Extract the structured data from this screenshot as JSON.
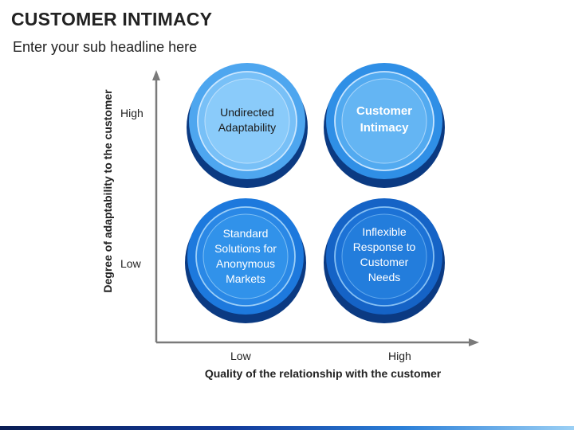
{
  "title": "CUSTOMER INTIMACY",
  "subtitle": "Enter your sub headline here",
  "axes": {
    "y_label": "Degree of adaptability to the customer",
    "x_label": "Quality of the relationship with the customer",
    "y_high": "High",
    "y_low": "Low",
    "x_low": "Low",
    "x_high": "High"
  },
  "quadrants": {
    "top_left": {
      "line1": "Undirected",
      "line2": "Adaptability",
      "color": "#5cb2f4"
    },
    "top_right": {
      "line1": "Customer",
      "line2": "Intimacy",
      "color": "#2c8ee4"
    },
    "bottom_left": {
      "line1": "Standard",
      "line2": "Solutions for",
      "line3": "Anonymous",
      "line4": "Markets",
      "color": "#1f7be0"
    },
    "bottom_right": {
      "line1": "Inflexible",
      "line2": "Response to",
      "line3": "Customer",
      "line4": "Needs",
      "color": "#1763c4"
    }
  },
  "colors": {
    "axis": "#7a7a7a",
    "disc_shadow": "#0b3a82",
    "bottom_bar_dark": "#0a1d54",
    "bottom_bar_light": "#9bd0f5"
  }
}
